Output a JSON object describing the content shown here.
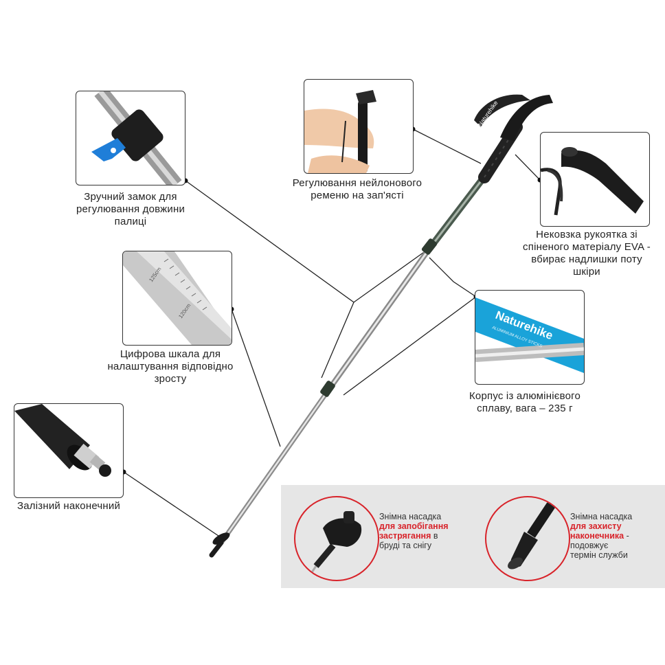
{
  "colors": {
    "accent_red": "#d8232a",
    "brand_blue": "#1aa3d9",
    "panel_gray": "#e6e6e6"
  },
  "features": {
    "lock": {
      "caption_lines": [
        "Зручний замок для",
        "регулювання довжини",
        "палиці"
      ]
    },
    "strap": {
      "caption_lines": [
        "Регулювання нейлонового",
        "ременю на зап'ясті"
      ]
    },
    "grip": {
      "caption_lines": [
        "Нековзка рукоятка зі",
        "спіненого матеріалу EVA -",
        "вбирає надлишки поту",
        "шкіри"
      ]
    },
    "scale": {
      "caption_lines": [
        "Цифрова шкала для",
        "налаштування відповідно",
        "зросту"
      ],
      "tick_labels": [
        "125cm",
        "120cm"
      ]
    },
    "body": {
      "caption_lines": [
        "Корпус із алюмінієвого",
        "сплаву, вага – 235 г"
      ],
      "brand_text": "Naturehike",
      "brand_subtext": "ALUMINIUM ALLOY STICKS"
    },
    "tip": {
      "caption_lines": [
        "Залізний наконечний"
      ]
    }
  },
  "attachments": [
    {
      "prefix": "Знімна насадка",
      "highlight_lines": [
        "для запобігання",
        "застрягання"
      ],
      "suffix_inline": " в",
      "suffix_lines": [
        "бруді та снігу"
      ]
    },
    {
      "prefix": "Знімна насадка",
      "highlight_lines": [
        "для захисту",
        "наконечника"
      ],
      "suffix_inline": " -",
      "suffix_lines": [
        "подовжує",
        "термін служби"
      ]
    }
  ],
  "pole": {
    "handle_text": "Naturehike"
  }
}
